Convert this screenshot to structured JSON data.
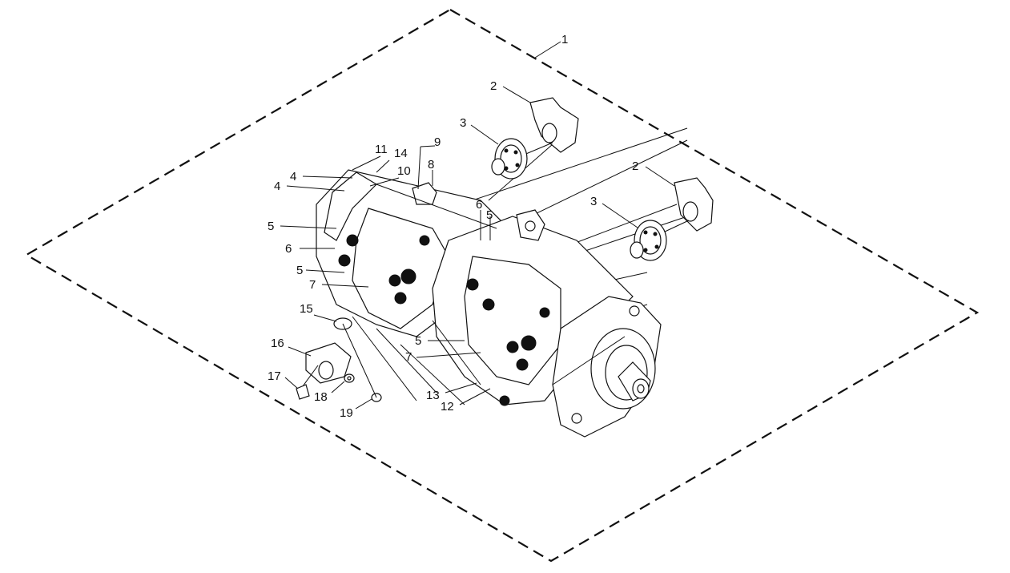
{
  "callouts": {
    "c1": "1",
    "c2a": "2",
    "c2b": "2",
    "c3a": "3",
    "c3b": "3",
    "c4a": "4",
    "c4b": "4",
    "c5a": "5",
    "c5b": "5",
    "c5c": "5",
    "c5d": "5",
    "c6a": "6",
    "c6b": "6",
    "c7a": "7",
    "c7b": "7",
    "c8": "8",
    "c9": "9",
    "c10": "10",
    "c11": "11",
    "c12": "12",
    "c13": "13",
    "c14": "14",
    "c15": "15",
    "c16": "16",
    "c17": "17",
    "c18": "18",
    "c19": "19"
  }
}
